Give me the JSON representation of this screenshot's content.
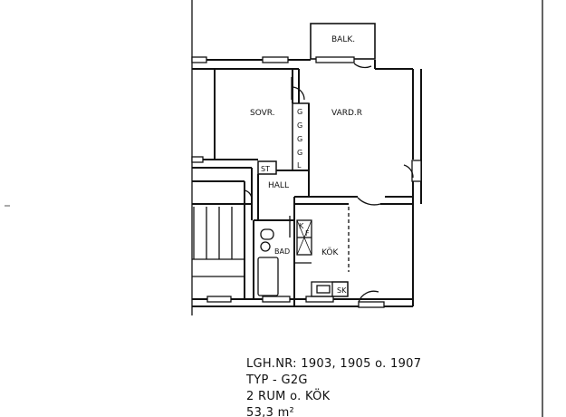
{
  "rooms": {
    "balcony": "BALK.",
    "bedroom": "SOVR.",
    "living": "VARD.R",
    "hall": "HALL",
    "bath": "BAD",
    "kitchen": "KÖK",
    "storage": "ST",
    "sink_cabinet": "SK",
    "fridge_freezer_k": "K",
    "fridge_freezer_f": "F",
    "wardrobes": [
      "G",
      "G",
      "G",
      "G",
      "L"
    ]
  },
  "caption": {
    "apartment_numbers": "LGH.NR: 1903, 1905 o. 1907",
    "type": "TYP - G2G",
    "rooms": "2 RUM o. KÖK",
    "area": "53,3 m²"
  }
}
